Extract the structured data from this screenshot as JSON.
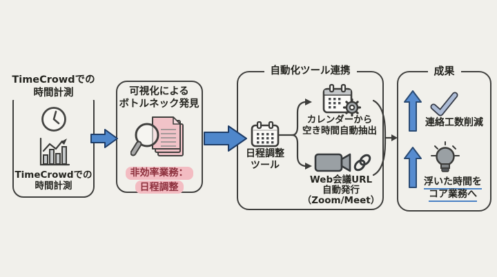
{
  "box1": {
    "title1": "TimeCrowdでの",
    "title2": "時間計測",
    "body1": "TimeCrowdでの",
    "body2": "時間計測"
  },
  "box2": {
    "title1": "可視化による",
    "title2": "ボトルネック発見",
    "highlight1": "非効率業務：",
    "highlight2": "日程調整"
  },
  "box3": {
    "title": "自動化ツール連携",
    "tool1": "日程調整",
    "tool2": "ツール",
    "branch_top1": "カレンダーから",
    "branch_top2": "空き時間自動抽出",
    "branch_bottom1": "Web会議URL",
    "branch_bottom2": "自動発行",
    "branch_bottom3": "（Zoom/Meet）"
  },
  "box4": {
    "title": "成果",
    "item1": "連絡工数削減",
    "item2a": "浮いた時間を",
    "item2b": "コア業務へ"
  },
  "icons": {
    "box1": [
      "clock-icon",
      "bar-chart-icon"
    ],
    "box2": [
      "magnifier-documents-icon"
    ],
    "box3": [
      "calendar-icon",
      "calendar-gear-icon",
      "video-camera-icon",
      "link-icon"
    ],
    "box4": [
      "up-arrow-icon",
      "check-icon",
      "up-arrow-icon",
      "lightbulb-icon"
    ]
  },
  "colors": {
    "background": "#f1f0eb",
    "border": "#3f3f3d",
    "flow_arrow_blue": "#4f87cb",
    "up_arrow_blue": "#578cd0",
    "highlight_pink": "#f3bcc2",
    "highlight_text_red": "#8c2f3c",
    "underline_blue": "#4a82c4",
    "icon_gray": "#9aa0a4",
    "document_pink": "#f1c3c8"
  }
}
